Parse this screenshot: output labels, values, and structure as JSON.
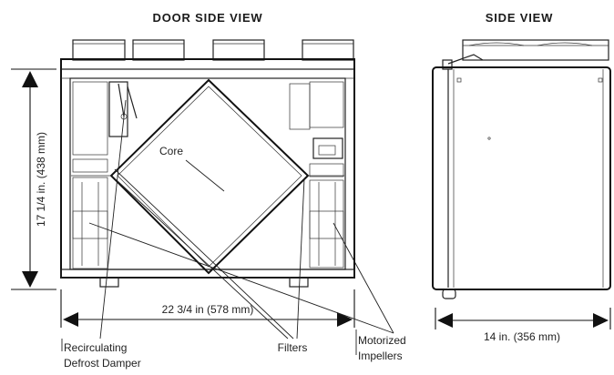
{
  "headings": {
    "door_side_view": "DOOR SIDE VIEW",
    "side_view": "SIDE VIEW"
  },
  "dimensions": {
    "height": "17 1/4 in. (438 mm)",
    "width": "22 3/4 in (578 mm)",
    "depth": "14 in. (356 mm)"
  },
  "labels": {
    "core": "Core",
    "damper_line1": "Recirculating",
    "damper_line2": "Defrost Damper",
    "filters": "Filters",
    "impellers_line1": "Motorized",
    "impellers_line2": "Impellers"
  }
}
